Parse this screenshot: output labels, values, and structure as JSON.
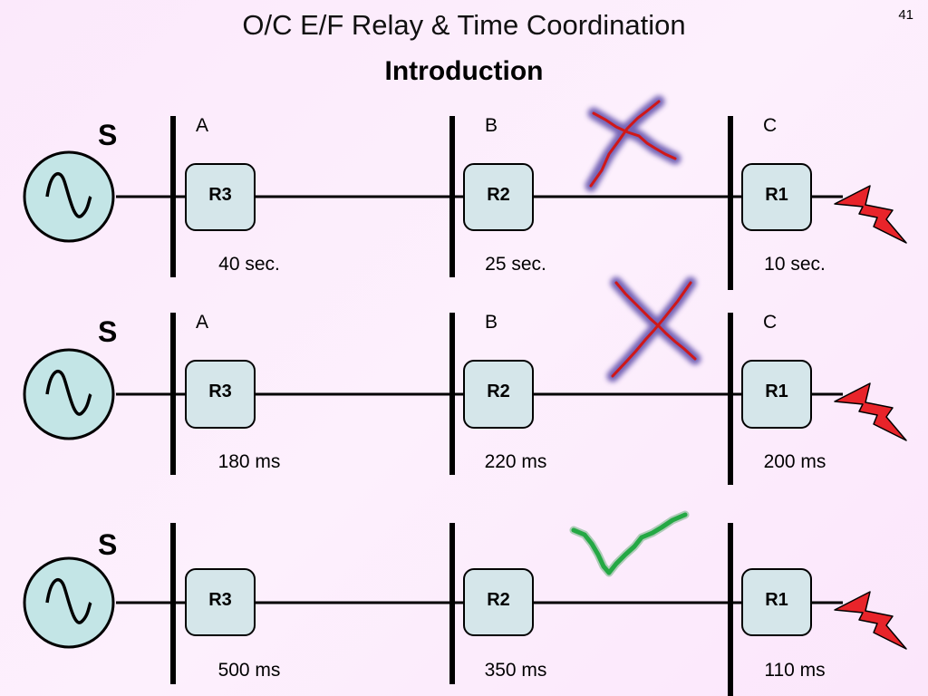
{
  "header": {
    "title": "O/C E/F Relay & Time Coordination",
    "subtitle": "Introduction",
    "page_number": "41"
  },
  "colors": {
    "relay_fill": "#d5e6ea",
    "source_fill": "#c3e5e6",
    "fault_red": "#e8242a",
    "cross_red": "#d01818",
    "cross_glow": "#5b4aa8",
    "check_green": "#24a844"
  },
  "icons": {
    "source": "ac-source-sine-icon",
    "fault": "lightning-fault-icon",
    "wrong": "cross-mark-icon",
    "right": "check-mark-icon"
  },
  "scenarios": [
    {
      "source_label": "S",
      "bus_labels": [
        "A",
        "B",
        "C"
      ],
      "relays": [
        "R3",
        "R2",
        "R1"
      ],
      "times": [
        "40 sec.",
        "25 sec.",
        "10 sec."
      ],
      "verdict": "cross"
    },
    {
      "source_label": "S",
      "bus_labels": [
        "A",
        "B",
        "C"
      ],
      "relays": [
        "R3",
        "R2",
        "R1"
      ],
      "times": [
        "180 ms",
        "220 ms",
        "200 ms"
      ],
      "verdict": "cross"
    },
    {
      "source_label": "S",
      "bus_labels": [],
      "relays": [
        "R3",
        "R2",
        "R1"
      ],
      "times": [
        "500 ms",
        "350 ms",
        "110 ms"
      ],
      "verdict": "check"
    }
  ]
}
